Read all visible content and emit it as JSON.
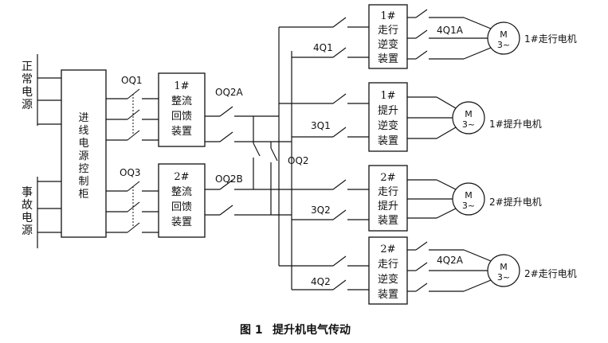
{
  "sources": {
    "normal": [
      "正",
      "常",
      "电",
      "源"
    ],
    "emergency": [
      "事",
      "故",
      "电",
      "源"
    ]
  },
  "control_cabinet": [
    "进",
    "线",
    "电",
    "源",
    "控",
    "制",
    "柜"
  ],
  "rectifiers": [
    {
      "lines": [
        "1#",
        "整流",
        "回馈",
        "装置"
      ]
    },
    {
      "lines": [
        "2#",
        "整流",
        "回馈",
        "装置"
      ]
    }
  ],
  "switch_labels": {
    "oq1": "OQ1",
    "oq3": "OQ3",
    "oq2a": "OQ2A",
    "oq2b": "OQ2B",
    "oq2": "OQ2",
    "q4_1": "4Q1",
    "q3_1": "3Q1",
    "q3_2": "3Q2",
    "q4_2": "4Q2",
    "q4_1a": "4Q1A",
    "q4_2a": "4Q2A"
  },
  "inverters": [
    {
      "lines": [
        "1#",
        "走行",
        "逆变",
        "装置"
      ]
    },
    {
      "lines": [
        "1#",
        "提升",
        "逆变",
        "装置"
      ]
    },
    {
      "lines": [
        "2#",
        "走行",
        "提升",
        "装置"
      ]
    },
    {
      "lines": [
        "2#",
        "走行",
        "逆变",
        "装置"
      ]
    }
  ],
  "motors": [
    {
      "symbol": "M",
      "phase": "3~",
      "label": "1#走行电机"
    },
    {
      "symbol": "M",
      "phase": "3~",
      "label": "1#提升电机"
    },
    {
      "symbol": "M",
      "phase": "3~",
      "label": "2#提升电机"
    },
    {
      "symbol": "M",
      "phase": "3~",
      "label": "2#走行电机"
    }
  ],
  "caption": {
    "number": "图 1",
    "title": "提升机电气传动"
  }
}
